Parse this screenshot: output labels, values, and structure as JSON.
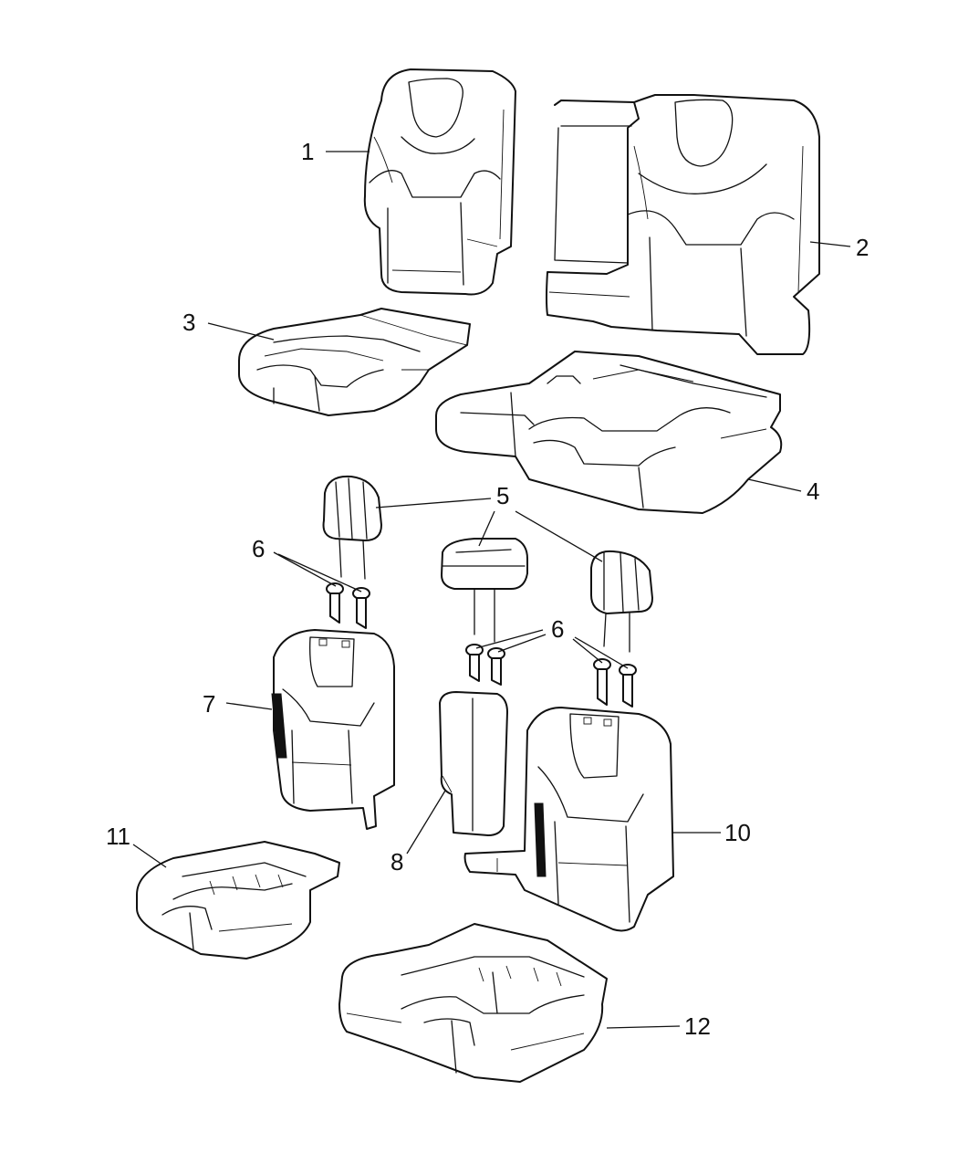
{
  "callouts": {
    "c1": "1",
    "c2": "2",
    "c3": "3",
    "c4": "4",
    "c5": "5",
    "c6a": "6",
    "c6b": "6",
    "c7": "7",
    "c8": "8",
    "c10": "10",
    "c11": "11",
    "c12": "12"
  },
  "parts": [
    "seat-back-cover-left",
    "seat-back-cover-right",
    "seat-cushion-cover-left",
    "seat-cushion-cover-right",
    "headrest",
    "headrest-guide",
    "seat-back-frame-left",
    "armrest",
    "seat-back-frame-right",
    "seat-cushion-frame-left",
    "seat-cushion-frame-right"
  ],
  "colors": {
    "line": "#111111",
    "background": "#ffffff"
  }
}
